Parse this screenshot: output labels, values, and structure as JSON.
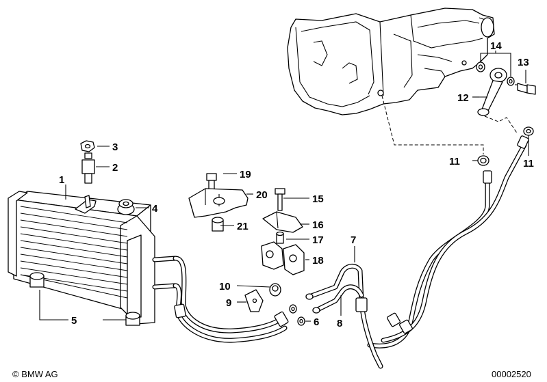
{
  "callouts": {
    "c1": "1",
    "c2": "2",
    "c3": "3",
    "c4": "4",
    "c5": "5",
    "c6": "6",
    "c7": "7",
    "c8": "8",
    "c9": "9",
    "c10": "10",
    "c11a": "11",
    "c11b": "11",
    "c12": "12",
    "c13": "13",
    "c14": "14",
    "c15": "15",
    "c16": "16",
    "c17": "17",
    "c18": "18",
    "c19": "19",
    "c20": "20",
    "c21": "21"
  },
  "footer": {
    "copyright": "© BMW AG",
    "diagram_number": "00002520"
  }
}
